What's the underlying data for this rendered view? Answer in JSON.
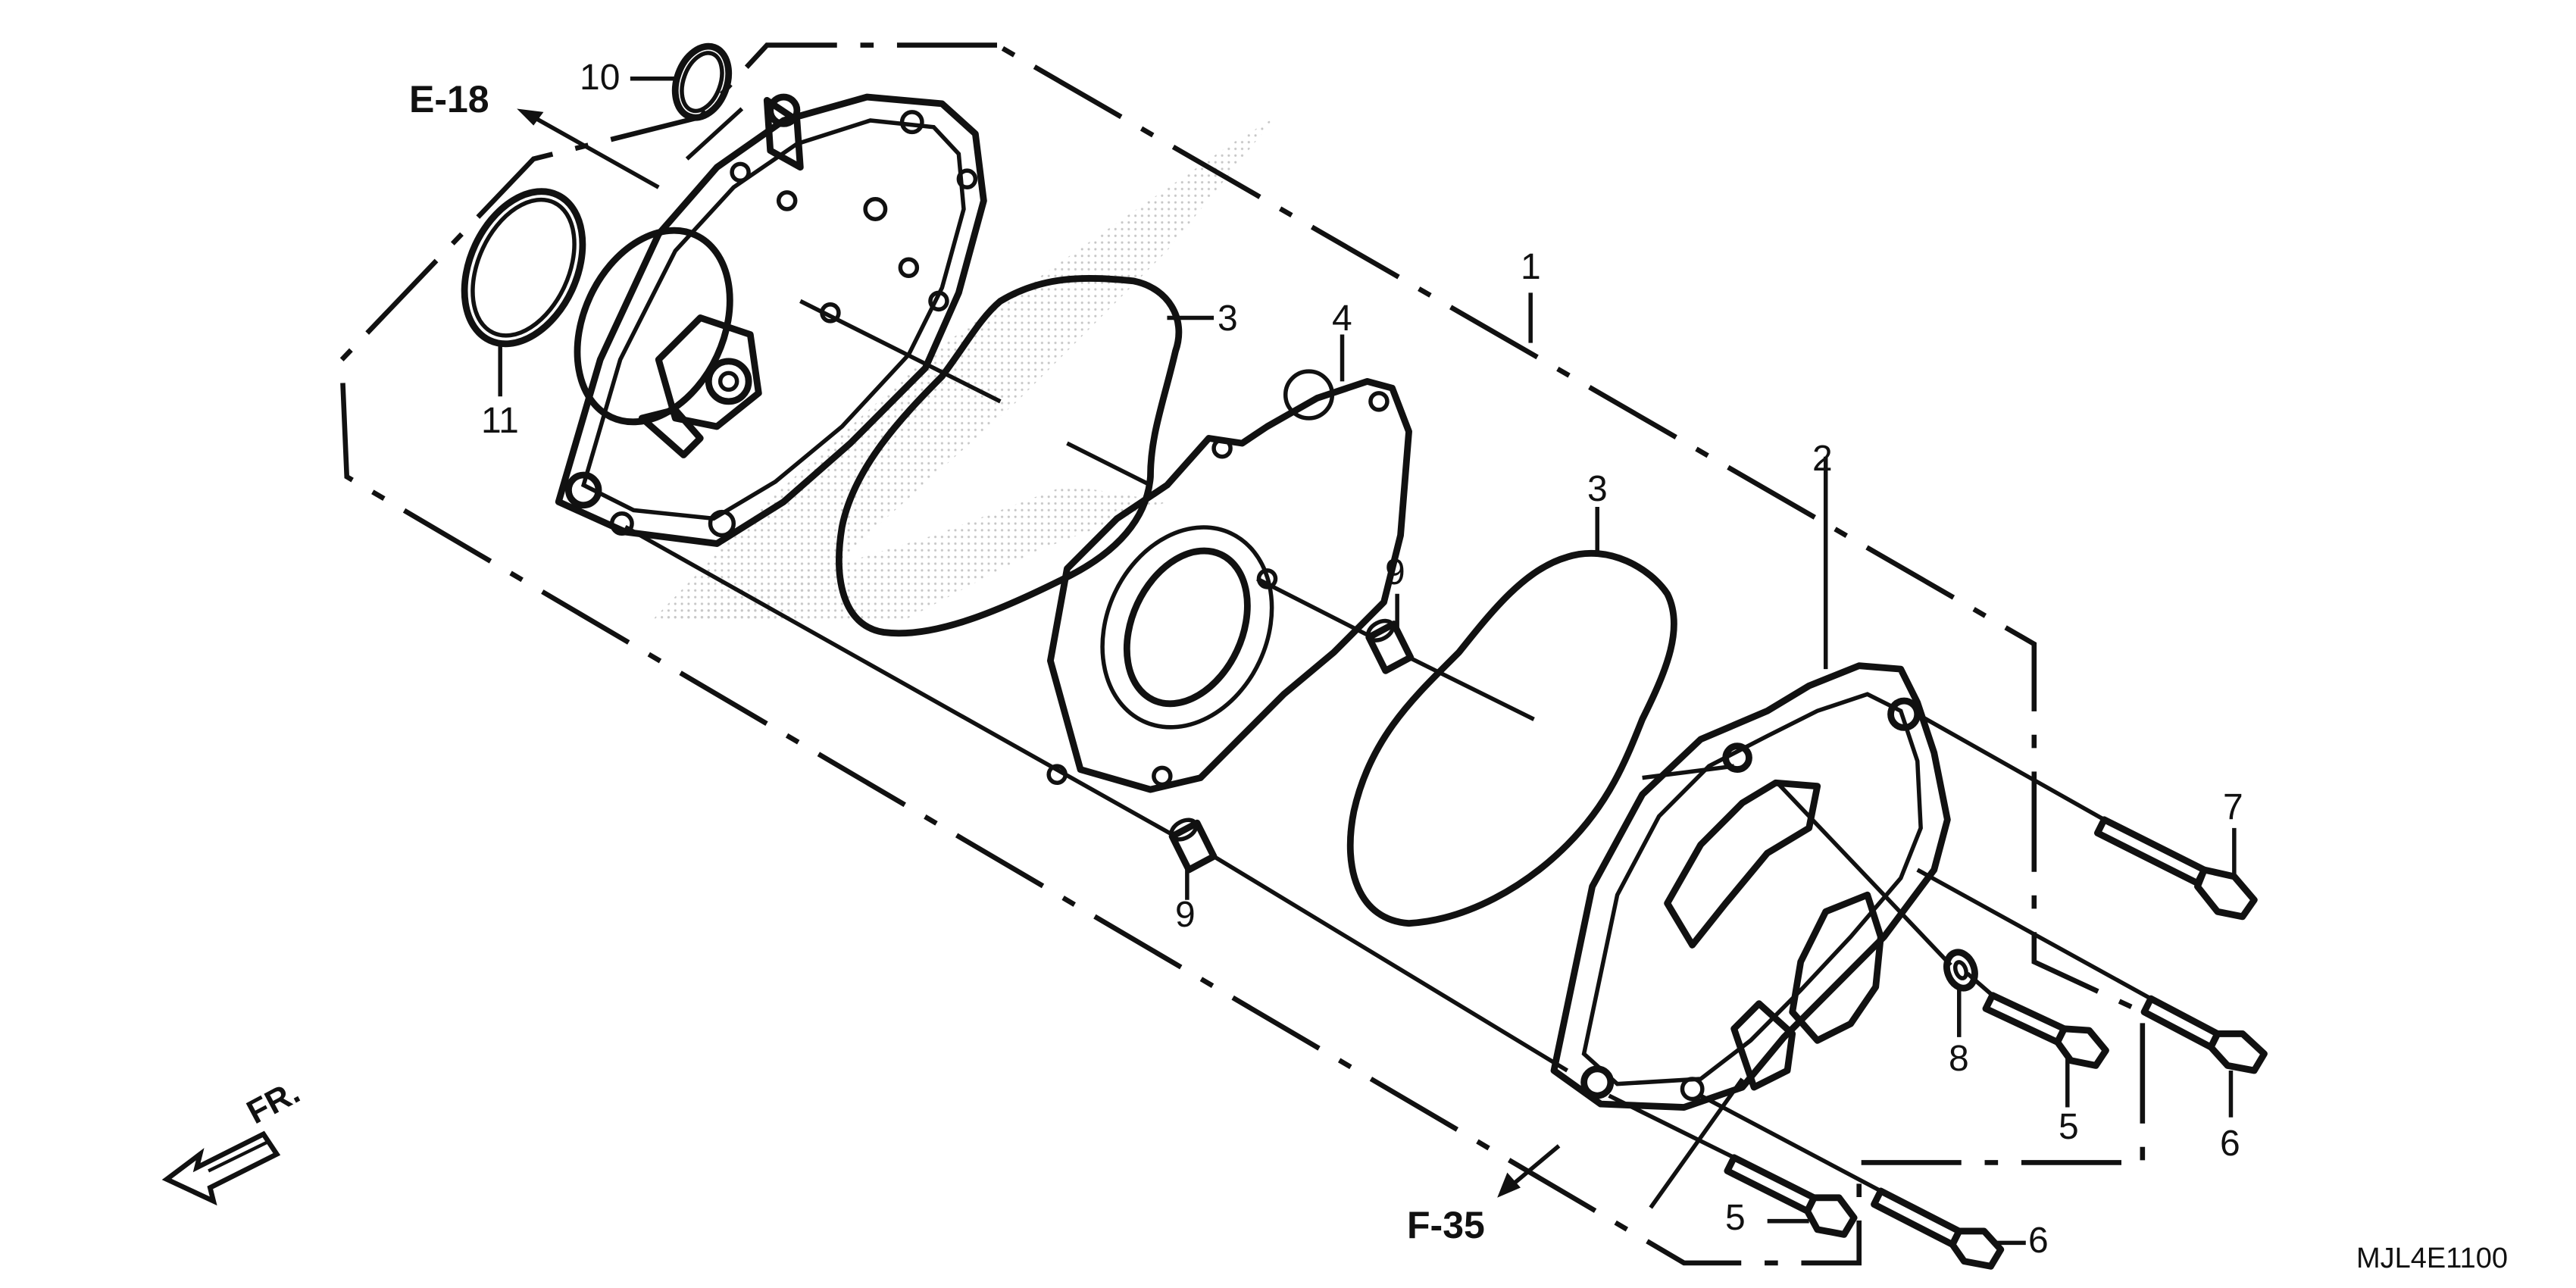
{
  "diagram": {
    "callouts": {
      "c1": "1",
      "c2": "2",
      "c3a": "3",
      "c3b": "3",
      "c4": "4",
      "c5a": "5",
      "c5b": "5",
      "c6a": "6",
      "c6b": "6",
      "c7": "7",
      "c8": "8",
      "c9a": "9",
      "c9b": "9",
      "c10": "10",
      "c11": "11"
    },
    "references": {
      "e18": "E-18",
      "f35": "F-35",
      "front": "FR."
    },
    "diagram_code": "MJL4E1100"
  }
}
